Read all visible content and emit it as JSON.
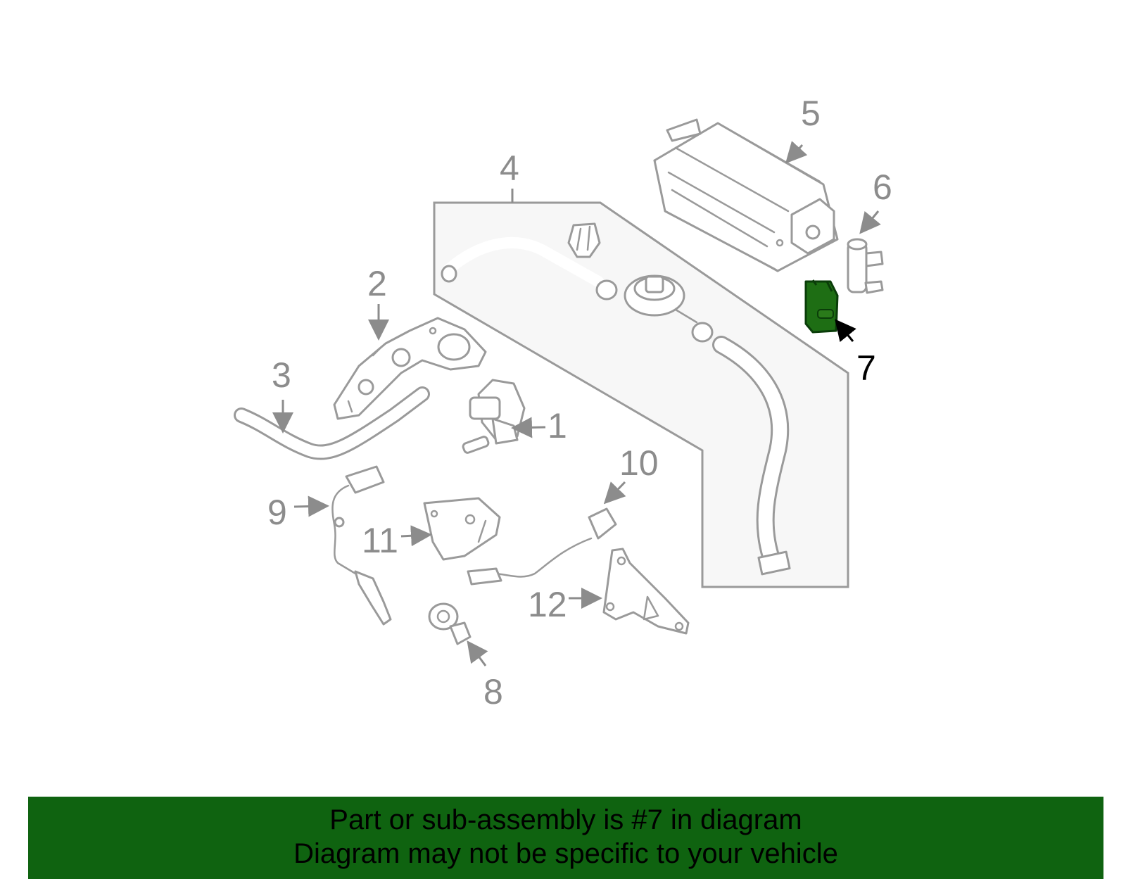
{
  "callouts": {
    "c1": "1",
    "c2": "2",
    "c3": "3",
    "c4": "4",
    "c5": "5",
    "c6": "6",
    "c7": "7",
    "c8": "8",
    "c9": "9",
    "c10": "10",
    "c11": "11",
    "c12": "12"
  },
  "highlight": {
    "part": "7",
    "color": "#0f6310"
  },
  "banner": {
    "line1": "Part or sub-assembly is #7 in diagram",
    "line2": "Diagram may not be specific to your vehicle",
    "color": "#0f6310"
  }
}
